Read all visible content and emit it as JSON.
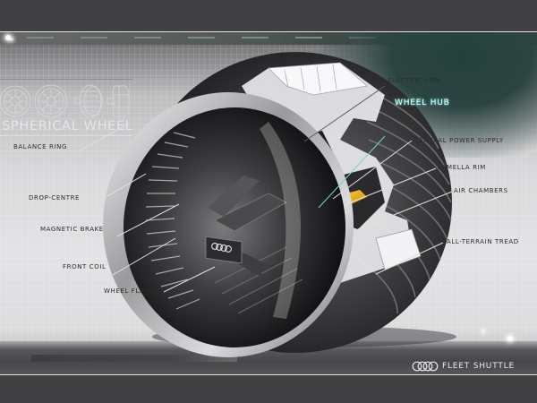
{
  "header": {
    "title": "SPHERICAL WHEEL"
  },
  "thumbnails": [
    {
      "name": "wheel-front-view"
    },
    {
      "name": "wheel-three-quarter-view"
    },
    {
      "name": "wheel-side-view"
    },
    {
      "name": "wheel-cutaway-view"
    }
  ],
  "callouts": {
    "left": [
      {
        "id": "balance-ring",
        "label": "BALANCE RING"
      },
      {
        "id": "drop-centre",
        "label": "DROP-CENTRE"
      },
      {
        "id": "magnetic-brake",
        "label": "MAGNETIC BRAKE"
      },
      {
        "id": "front-coil",
        "label": "FRONT COIL"
      },
      {
        "id": "wheel-flaps",
        "label": "WHEEL FLAPS"
      }
    ],
    "right": [
      {
        "id": "electric-coil",
        "label": "ELECTRIC COIL"
      },
      {
        "id": "wheel-hub",
        "label": "WHEEL HUB",
        "highlighted": true
      },
      {
        "id": "central-power-supply",
        "label": "CENTRAL POWER SUPPLY"
      },
      {
        "id": "lamella-rim",
        "label": "LAMELLA RIM"
      },
      {
        "id": "air-chambers",
        "label": "AIR CHAMBERS"
      },
      {
        "id": "all-terrain-tread",
        "label": "ALL-TERRAIN TREAD"
      }
    ]
  },
  "footer": {
    "brand_logo": "four-rings-logo",
    "brand_text": "FLEET SHUTTLE"
  },
  "colors": {
    "frame": "#414143",
    "rule": "#e4e4e4",
    "label_text": "#2c2c2e",
    "hub_highlight": "#7fe0da",
    "coil_yellow": "#f0b400",
    "hub_teal": "#2fc9c0",
    "title_text": "#e6e6e8"
  }
}
